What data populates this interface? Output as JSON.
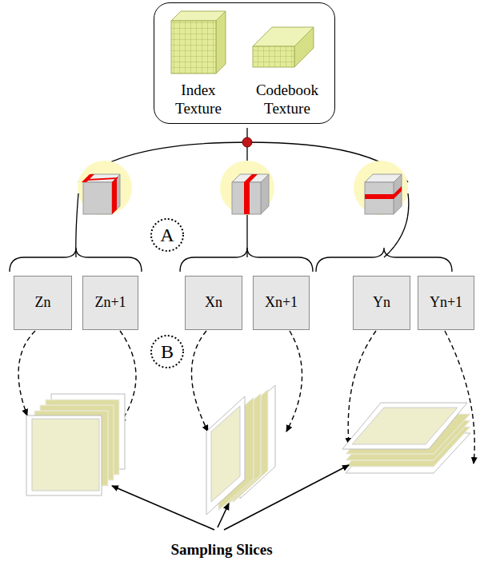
{
  "diagram": {
    "nodes": [
      {
        "text": [
          "Index Texture",
          "Codebook Texture"
        ]
      },
      {
        "text": [
          "Zn"
        ]
      },
      {
        "text": [
          "Zn+1"
        ]
      },
      {
        "text": [
          "Xn"
        ]
      },
      {
        "text": [
          "Xn+1"
        ]
      },
      {
        "text": [
          "Yn"
        ]
      },
      {
        "text": [
          "Yn+1"
        ]
      }
    ],
    "labels": [
      "A",
      "B",
      "Sampling Slices"
    ]
  }
}
